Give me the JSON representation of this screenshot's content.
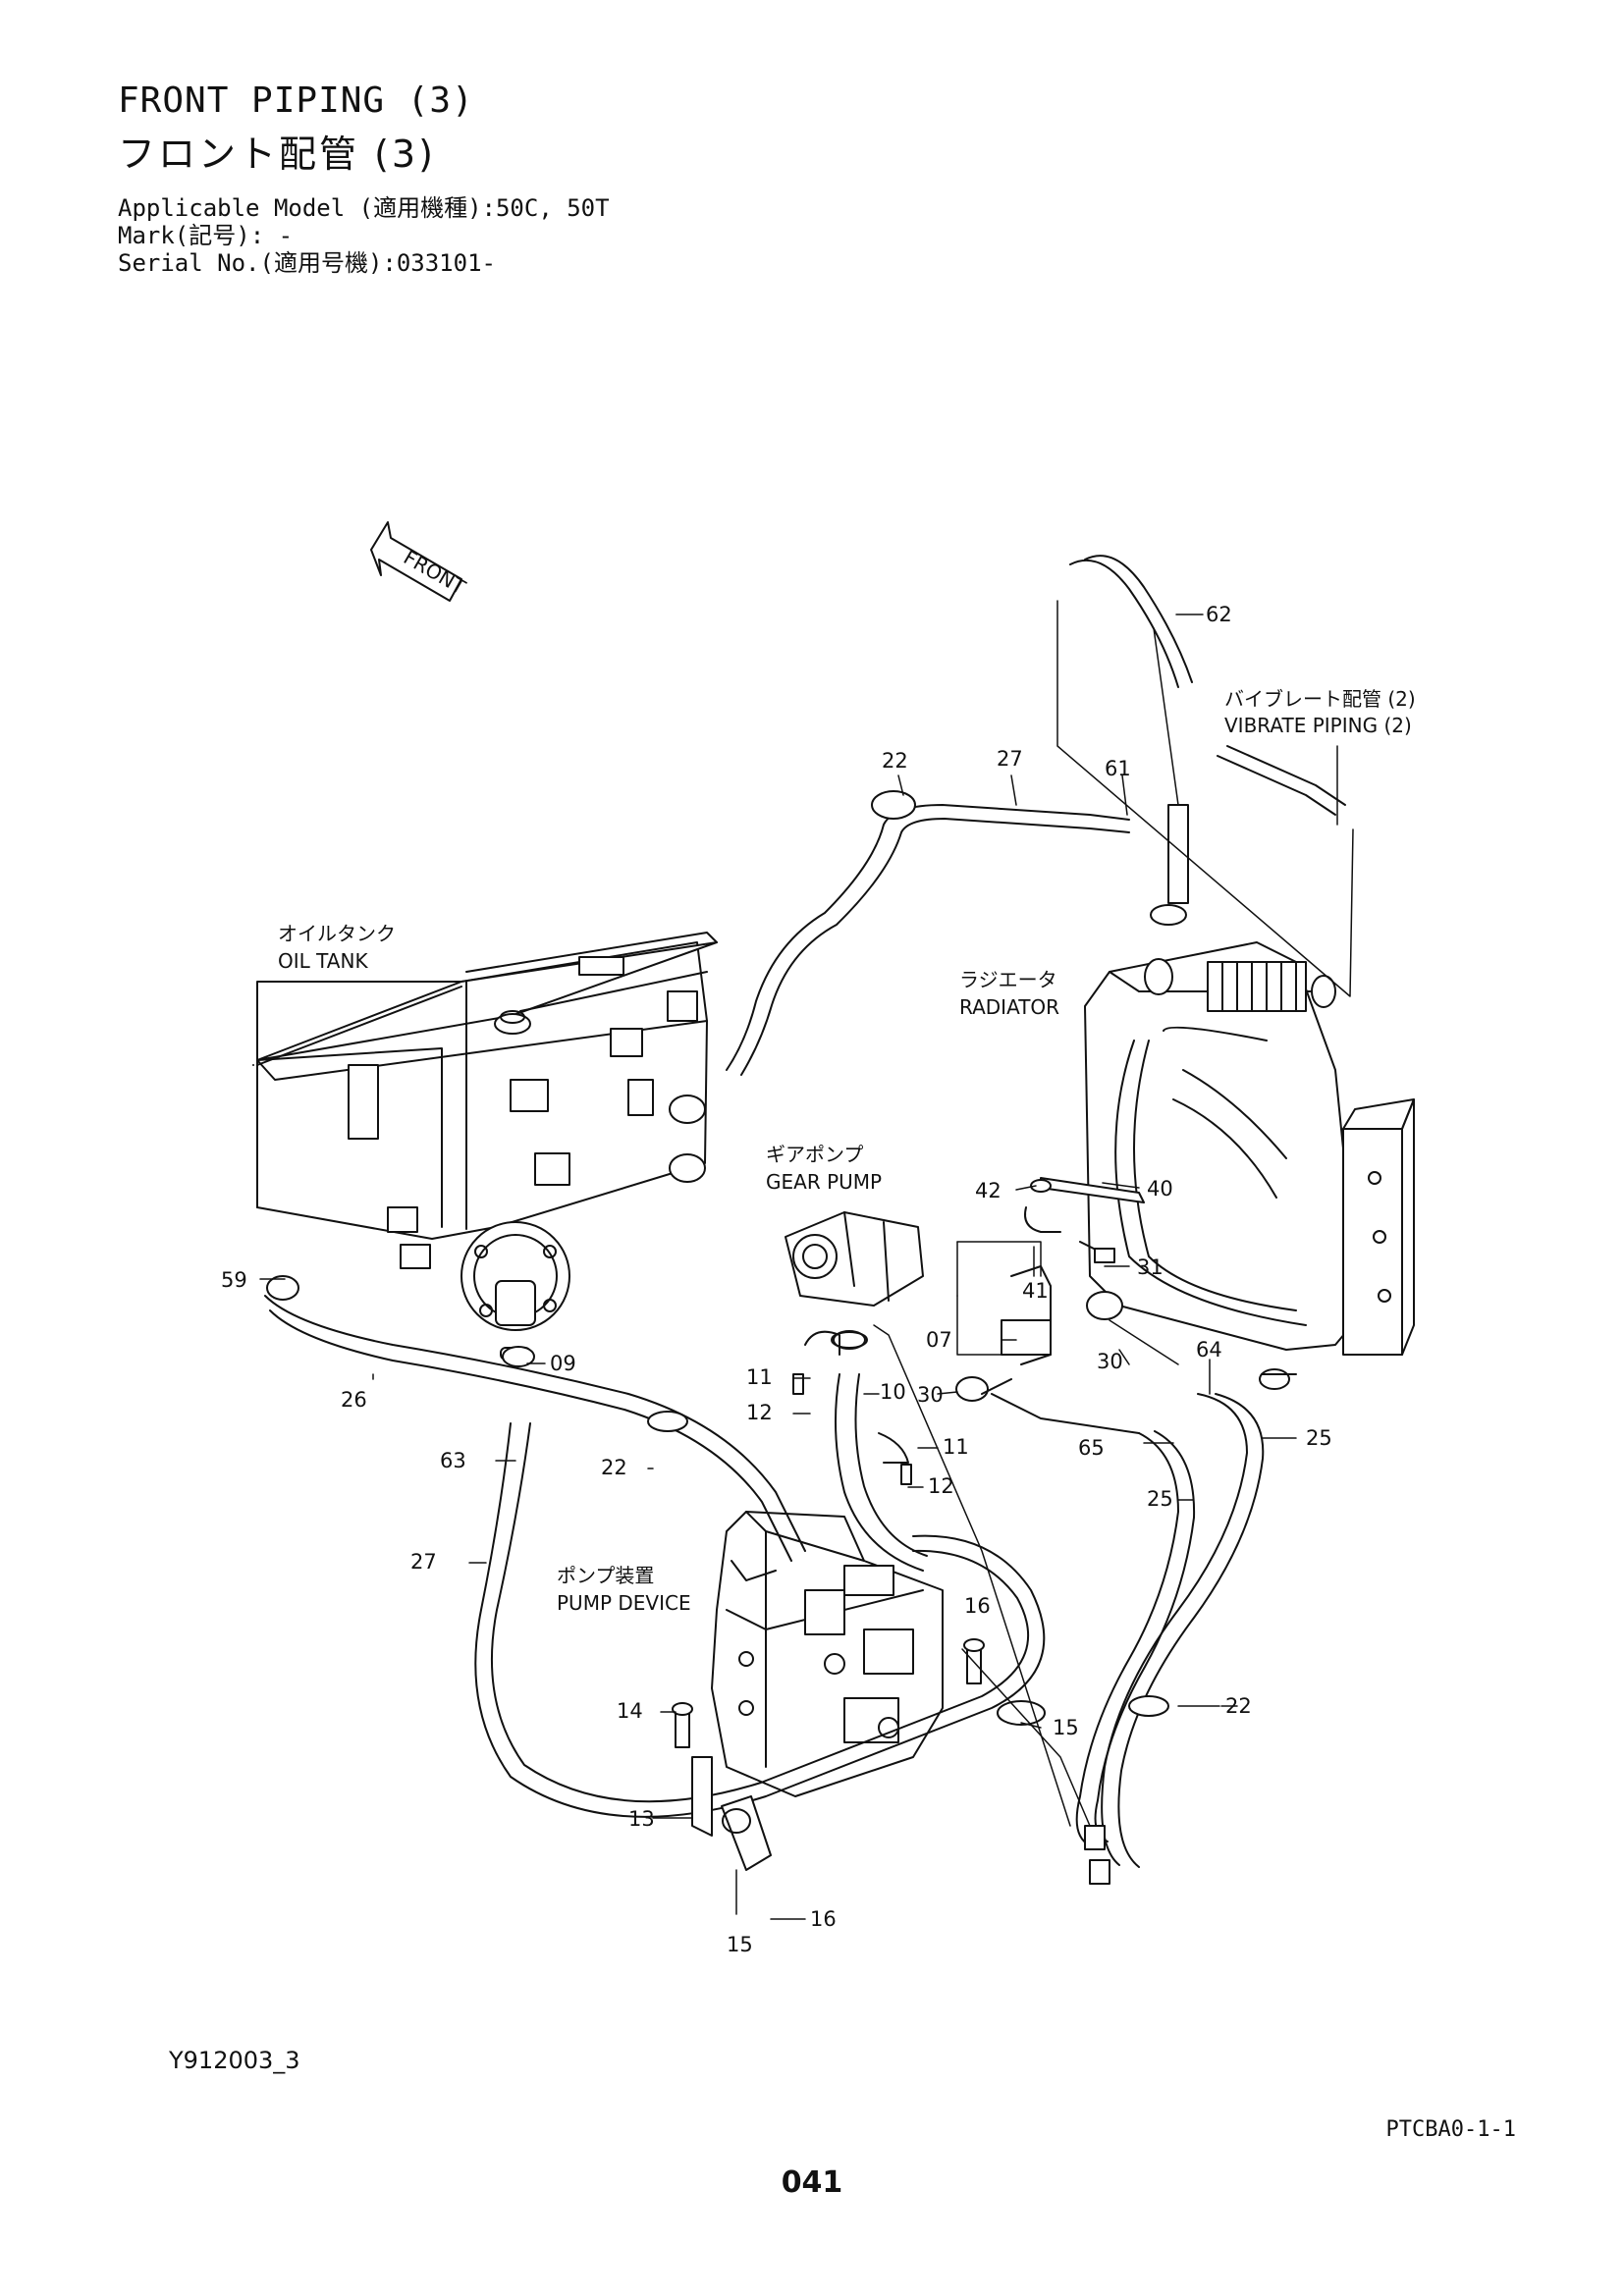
{
  "header": {
    "title_en": "FRONT PIPING (3)",
    "title_jp": "フロント配管 (3)",
    "model_line": "Applicable Model (適用機種):50C, 50T",
    "mark_line": "Mark(記号): -",
    "serial_line": "Serial No.(適用号機):033101-"
  },
  "direction_marker": "FRONT",
  "component_labels": [
    {
      "jp": "オイルタンク",
      "en": "OIL TANK"
    },
    {
      "jp": "ラジエータ",
      "en": "RADIATOR"
    },
    {
      "jp": "ギアポンプ",
      "en": "GEAR PUMP"
    },
    {
      "jp": "ポンプ装置",
      "en": "PUMP DEVICE"
    },
    {
      "jp": "バイブレート配管 (2)",
      "en": "VIBRATE PIPING (2)"
    }
  ],
  "callouts": [
    "62",
    "22",
    "27",
    "61",
    "40",
    "42",
    "31",
    "41",
    "07",
    "30",
    "30",
    "64",
    "25",
    "65",
    "25",
    "59",
    "09",
    "26",
    "11",
    "10",
    "12",
    "11",
    "12",
    "63",
    "22",
    "27",
    "16",
    "22",
    "14",
    "15",
    "13",
    "15",
    "16"
  ],
  "footer": {
    "figure_code": "Y912003_3",
    "catalog_code": "PTCBA0-1-1",
    "page_number": "041"
  }
}
